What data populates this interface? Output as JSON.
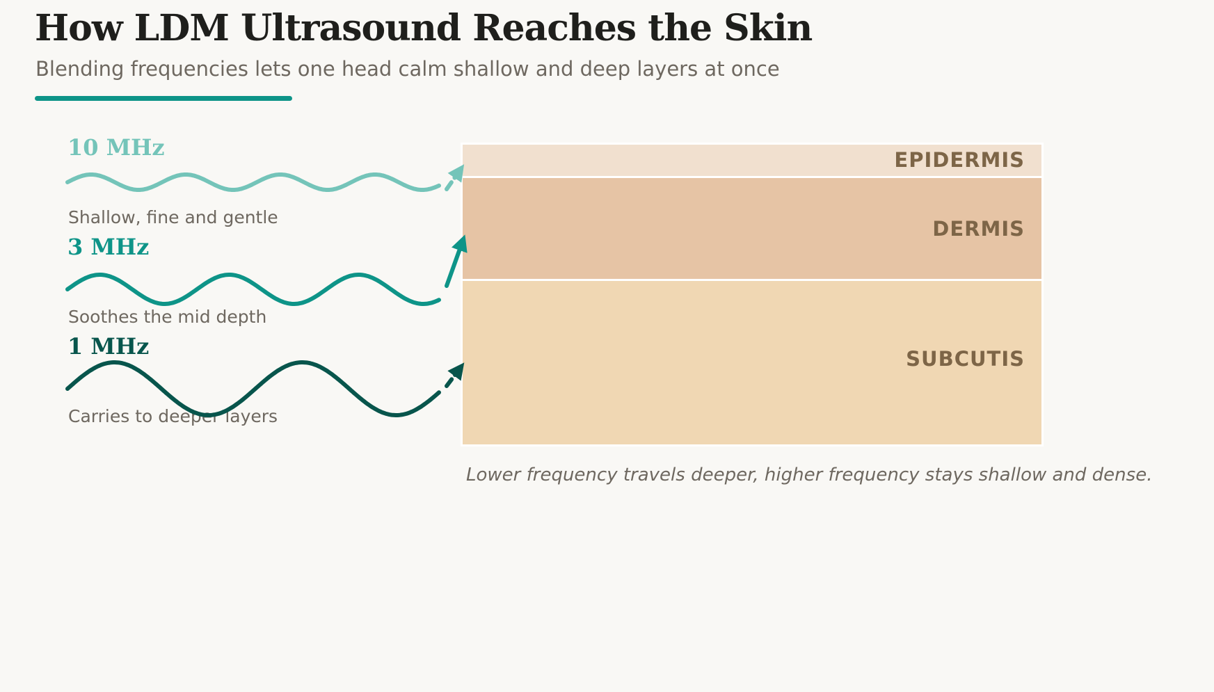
{
  "header": {
    "title": "How LDM Ultrasound Reaches the Skin",
    "subtitle": "Blending frequencies lets one head calm shallow and deep layers at once",
    "accent_color": "#0e9488"
  },
  "frequencies": [
    {
      "label": "10 MHz",
      "description": "Shallow, fine and gentle",
      "color": "#74c4b9",
      "arrow_target": "epidermis"
    },
    {
      "label": "3 MHz",
      "description": "Soothes the mid depth",
      "color": "#0e9488",
      "arrow_target": "dermis"
    },
    {
      "label": "1 MHz",
      "description": "Carries to deeper layers",
      "color": "#08554c",
      "arrow_target": "subcutis"
    }
  ],
  "skin_layers": [
    {
      "name": "EPIDERMIS",
      "color": "#f1e0cf"
    },
    {
      "name": "DERMIS",
      "color": "#e6c4a5"
    },
    {
      "name": "SUBCUTIS",
      "color": "#f0d7b3"
    }
  ],
  "footnote": "Lower frequency travels deeper, higher frequency stays shallow and dense."
}
